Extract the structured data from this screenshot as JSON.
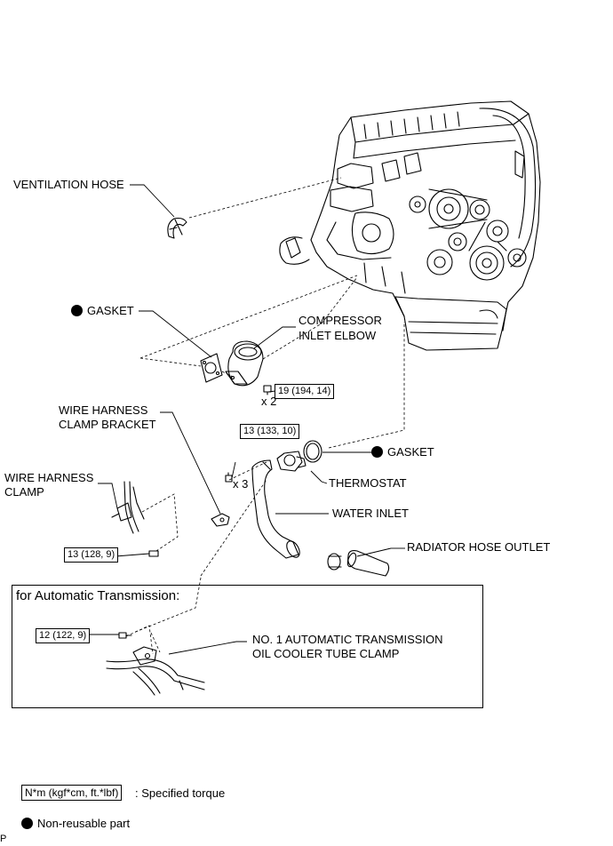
{
  "labels": {
    "ventilation_hose": "VENTILATION HOSE",
    "gasket_top": "GASKET",
    "compressor_inlet_elbow_1": "COMPRESSOR",
    "compressor_inlet_elbow_2": "INLET ELBOW",
    "wire_harness_clamp_bracket_1": "WIRE HARNESS",
    "wire_harness_clamp_bracket_2": "CLAMP BRACKET",
    "gasket_thermostat": "GASKET",
    "thermostat": "THERMOSTAT",
    "wire_harness_clamp_1": "WIRE HARNESS",
    "wire_harness_clamp_2": "CLAMP",
    "water_inlet": "WATER INLET",
    "radiator_hose_outlet": "RADIATOR HOSE OUTLET",
    "at_tube_clamp_1": "NO. 1 AUTOMATIC TRANSMISSION",
    "at_tube_clamp_2": "OIL COOLER TUBE CLAMP",
    "qty_x2": "x 2",
    "qty_x3": "x 3"
  },
  "torques": {
    "elbow": "19 (194, 14)",
    "water_inlet": "13 (133, 10)",
    "bracket": "13 (128, 9)",
    "at_clamp": "12 (122, 9)"
  },
  "at_section_title": "for Automatic Transmission:",
  "legend": {
    "torque_box": "N*m (kgf*cm, ft.*lbf)",
    "torque_desc": ": Specified torque",
    "nonreusable": "Non-reusable part"
  },
  "corner_mark": "P"
}
